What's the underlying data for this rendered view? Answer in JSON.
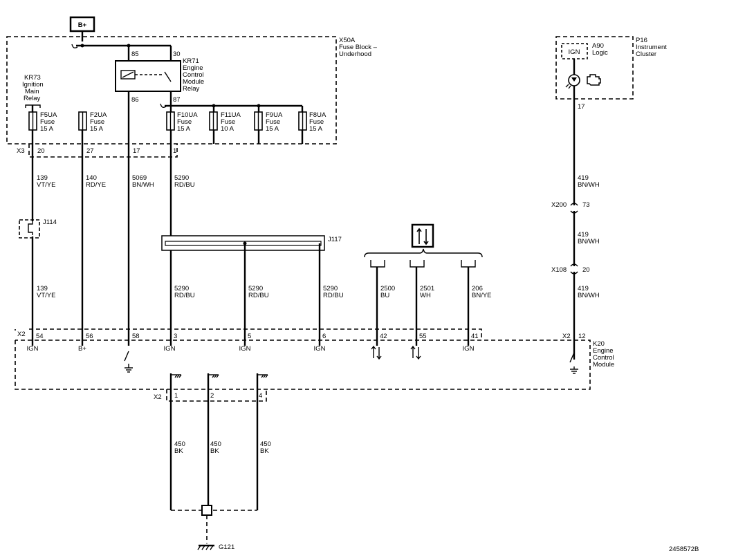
{
  "battery_label": "B+",
  "fuse_block": {
    "line1": "X50A",
    "line2": "Fuse Block –",
    "line3": "Underhood"
  },
  "relay_kr71": {
    "l1": "KR71",
    "l2": "Engine",
    "l3": "Control",
    "l4": "Module",
    "l5": "Relay",
    "p85": "85",
    "p30": "30",
    "p86": "86",
    "p87": "87"
  },
  "relay_kr73": {
    "l1": "KR73",
    "l2": "Ignition",
    "l3": "Main",
    "l4": "Relay"
  },
  "fuses": {
    "f5ua": [
      "F5UA",
      "Fuse",
      "15 A"
    ],
    "f2ua": [
      "F2UA",
      "Fuse",
      "15 A"
    ],
    "f10ua": [
      "F10UA",
      "Fuse",
      "15 A"
    ],
    "f11ua": [
      "F11UA",
      "Fuse",
      "10 A"
    ],
    "f9ua": [
      "F9UA",
      "Fuse",
      "15 A"
    ],
    "f8ua": [
      "F8UA",
      "Fuse",
      "15 A"
    ]
  },
  "x3": {
    "label": "X3",
    "p20": "20",
    "p27": "27",
    "p17": "17",
    "p1": "1"
  },
  "wires": {
    "w139a": [
      "139",
      "VT/YE"
    ],
    "w140": [
      "140",
      "RD/YE"
    ],
    "w5069": [
      "5069",
      "BN/WH"
    ],
    "w5290a": [
      "5290",
      "RD/BU"
    ],
    "w139b": [
      "139",
      "VT/YE"
    ],
    "w5290b": [
      "5290",
      "RD/BU"
    ],
    "w5290c": [
      "5290",
      "RD/BU"
    ],
    "w5290d": [
      "5290",
      "RD/BU"
    ],
    "w2500": [
      "2500",
      "BU"
    ],
    "w2501": [
      "2501",
      "WH"
    ],
    "w206": [
      "206",
      "BN/YE"
    ],
    "w419a": [
      "419",
      "BN/WH"
    ],
    "w419b": [
      "419",
      "BN/WH"
    ],
    "w419c": [
      "419",
      "BN/WH"
    ],
    "w450a": [
      "450",
      "BK"
    ],
    "w450b": [
      "450",
      "BK"
    ],
    "w450c": [
      "450",
      "BK"
    ]
  },
  "j114": "J114",
  "j117": "J117",
  "x200": {
    "label": "X200",
    "pin": "73"
  },
  "x108": {
    "label": "X108",
    "pin": "20"
  },
  "instrument": {
    "l1": "P16",
    "l2": "Instrument",
    "l3": "Cluster",
    "a90": "A90",
    "logic": "Logic",
    "ign": "IGN",
    "pin": "17"
  },
  "ecm_x2": {
    "label": "X2",
    "p54": "54",
    "p56": "56",
    "p58": "58",
    "p3": "3",
    "p5": "5",
    "p6": "6",
    "p42": "42",
    "p55": "55",
    "p41": "41",
    "x2b": "X2",
    "p12": "12"
  },
  "ecm_funcs": {
    "f54": "IGN",
    "f56": "B+",
    "f3": "IGN",
    "f5": "IGN",
    "f6": "IGN",
    "f41": "IGN"
  },
  "ecm": {
    "l1": "K20",
    "l2": "Engine",
    "l3": "Control",
    "l4": "Module"
  },
  "ground_conn": {
    "label": "X2",
    "p1": "1",
    "p2": "2",
    "p4": "4"
  },
  "ground": "G121",
  "doc_id": "2458572B",
  "icons": {
    "comm": "bidirectional-arrows-icon",
    "chassis_ground": "chassis-ground-icon",
    "mil": "check-engine-icon"
  }
}
